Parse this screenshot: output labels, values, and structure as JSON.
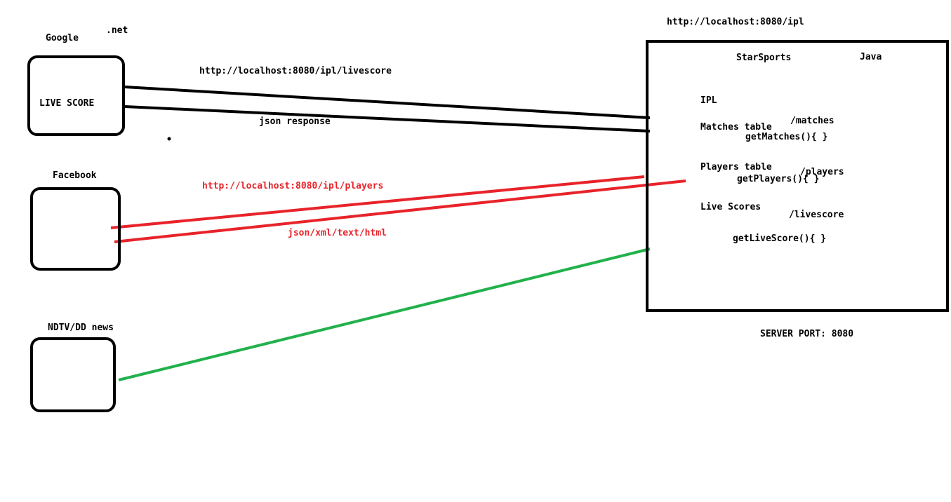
{
  "clients": {
    "google": {
      "name": "Google",
      "tech": ".net",
      "content": "LIVE SCORE"
    },
    "facebook": {
      "name": "Facebook"
    },
    "news": {
      "name": "NDTV/DD news"
    }
  },
  "server": {
    "url": "http://localhost:8080/ipl",
    "name": "StarSports",
    "tech": "Java",
    "app": "IPL",
    "matches_table": "Matches table",
    "matches_path": "/matches",
    "matches_method": "getMatches(){ }",
    "players_table": "Players table",
    "players_path": "/players",
    "players_method": "getPlayers(){  }",
    "live_scores": "Live Scores",
    "livescore_path": "/livescore",
    "livescore_method": "getLiveScore(){   }",
    "port_label": "SERVER PORT: 8080"
  },
  "connections": {
    "google_request": "http://localhost:8080/ipl/livescore",
    "google_response": "json response",
    "facebook_request": "http://localhost:8080/ipl/players",
    "facebook_response": "json/xml/text/html"
  },
  "colors": {
    "google_link": "#000000",
    "facebook_link": "#e8232a",
    "news_link": "#22b14c"
  }
}
